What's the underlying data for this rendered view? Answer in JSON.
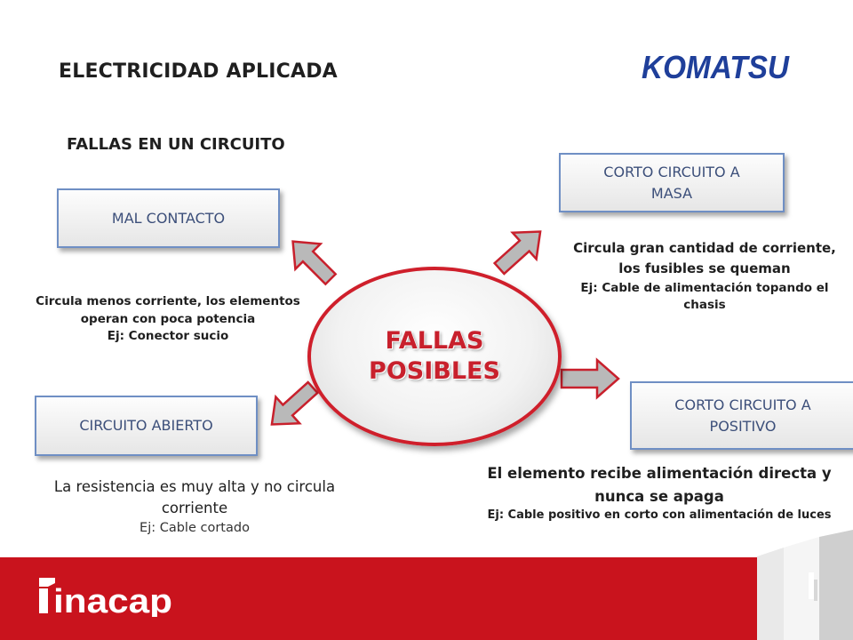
{
  "header": {
    "title": "ELECTRICIDAD APLICADA",
    "subtitle": "FALLAS EN UN CIRCUITO",
    "logo_text": "KOMATSU"
  },
  "center": {
    "line1": "FALLAS",
    "line2": "POSIBLES"
  },
  "nodes": {
    "mal_contacto": "MAL CONTACTO",
    "corto_masa_line1": "CORTO CIRCUITO A",
    "corto_masa_line2": "MASA",
    "circuito_abierto": "CIRCUITO ABIERTO",
    "corto_positivo_line1": "CORTO CIRCUITO A",
    "corto_positivo_line2": "POSITIVO"
  },
  "descriptions": {
    "mal_contacto": {
      "line1": "Circula menos corriente, los elementos",
      "line2": "operan con poca potencia",
      "example": "Ej: Conector sucio"
    },
    "corto_masa": {
      "line1": "Circula  gran cantidad de corriente,",
      "line2": "los fusibles se queman",
      "example_line1": "Ej: Cable de alimentación topando el",
      "example_line2": "chasis"
    },
    "circuito_abierto": {
      "line1": "La resistencia es muy alta y no circula",
      "line2": "corriente",
      "example": "Ej: Cable cortado"
    },
    "corto_positivo": {
      "line1": "El elemento recibe alimentación directa y",
      "line2": "nunca se apaga",
      "example": "Ej: Cable positivo en corto con alimentación de luces"
    }
  },
  "footer": {
    "brand": "inacap"
  },
  "colors": {
    "accent_red": "#c9131d",
    "box_border": "#6f8fc4",
    "box_text": "#3c4f7a",
    "logo_blue": "#1f3f9a"
  }
}
